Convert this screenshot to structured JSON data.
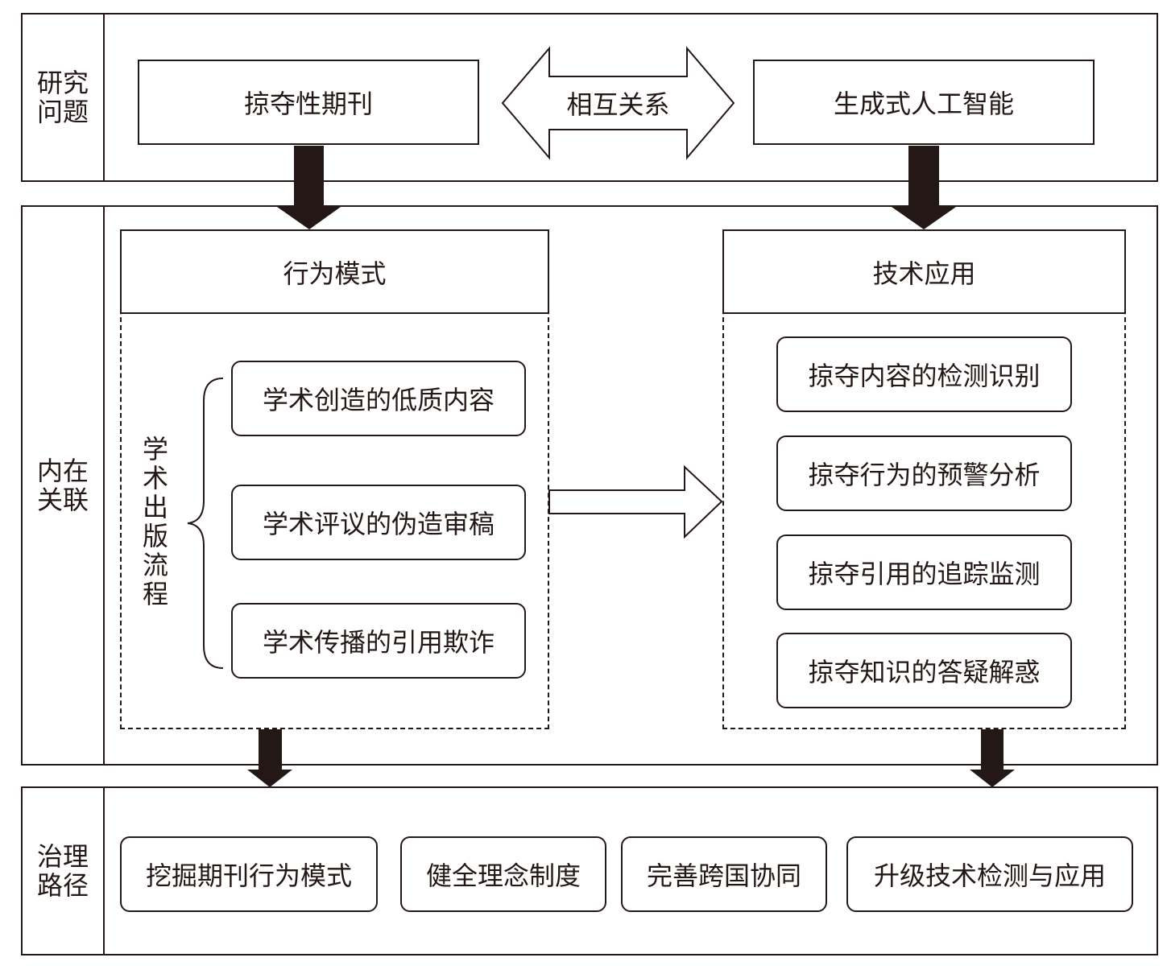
{
  "sections": {
    "research": "研究问题",
    "relation": "内在关联",
    "governance": "治理路径"
  },
  "research": {
    "left": "掠夺性期刊",
    "middle": "相互关系",
    "right": "生成式人工智能"
  },
  "behavior": {
    "title": "行为模式",
    "process_label": "学术出版流程",
    "items": [
      "学术创造的低质内容",
      "学术评议的伪造审稿",
      "学术传播的引用欺诈"
    ]
  },
  "technology": {
    "title": "技术应用",
    "items": [
      "掠夺内容的检测识别",
      "掠夺行为的预警分析",
      "掠夺引用的追踪监测",
      "掠夺知识的答疑解惑"
    ]
  },
  "governance": {
    "items": [
      "挖掘期刊行为模式",
      "健全理念制度",
      "完善跨国协同",
      "升级技术检测与应用"
    ]
  }
}
